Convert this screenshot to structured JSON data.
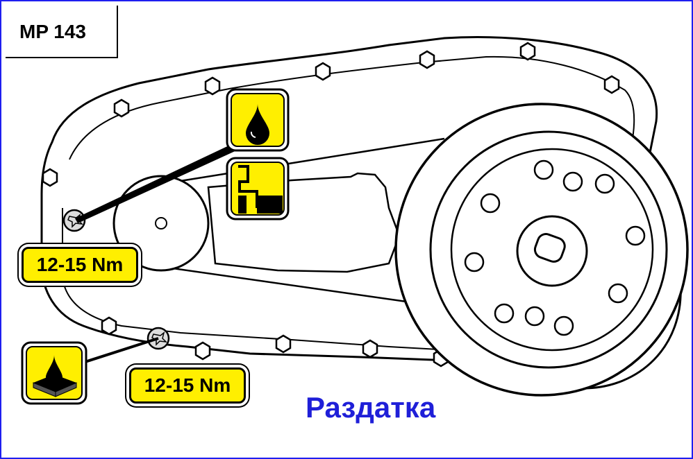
{
  "reference": "MP 143",
  "torque_labels": [
    "12-15 Nm",
    "12-15 Nm"
  ],
  "caption": "Раздатка",
  "colors": {
    "frame": "#1f1ff0",
    "label_fill": "#ffef00",
    "caption": "#1f1fd8",
    "line": "#000000"
  },
  "icons": [
    "oil-drop-icon",
    "oil-level-icon",
    "sealant-icon",
    "screw-icon"
  ]
}
